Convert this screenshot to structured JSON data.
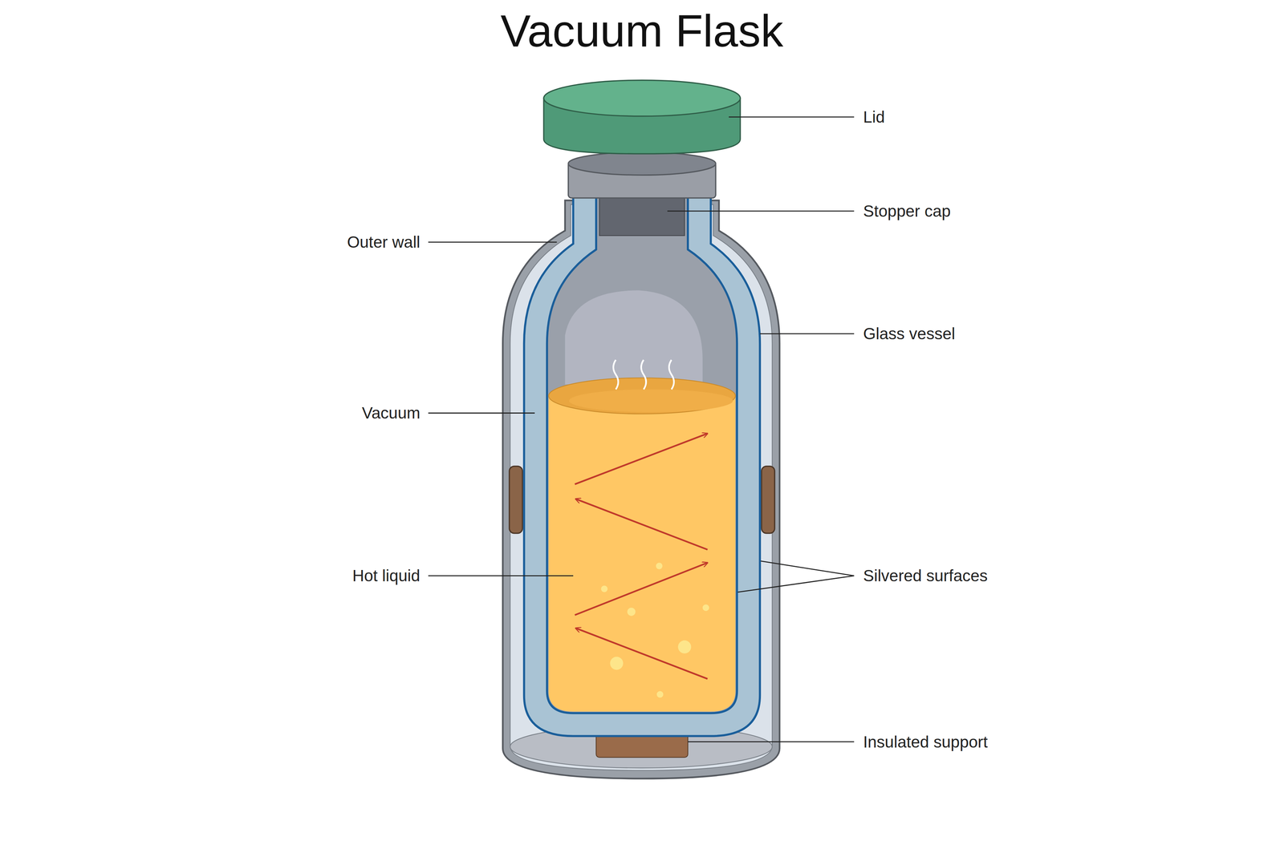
{
  "diagram": {
    "title": "Vacuum Flask",
    "labels": [
      "Lid",
      "Stopper cap",
      "Outer wall",
      "Glass vessel",
      "Vacuum",
      "Hot liquid",
      "Silvered surfaces",
      "Insulated support"
    ]
  }
}
